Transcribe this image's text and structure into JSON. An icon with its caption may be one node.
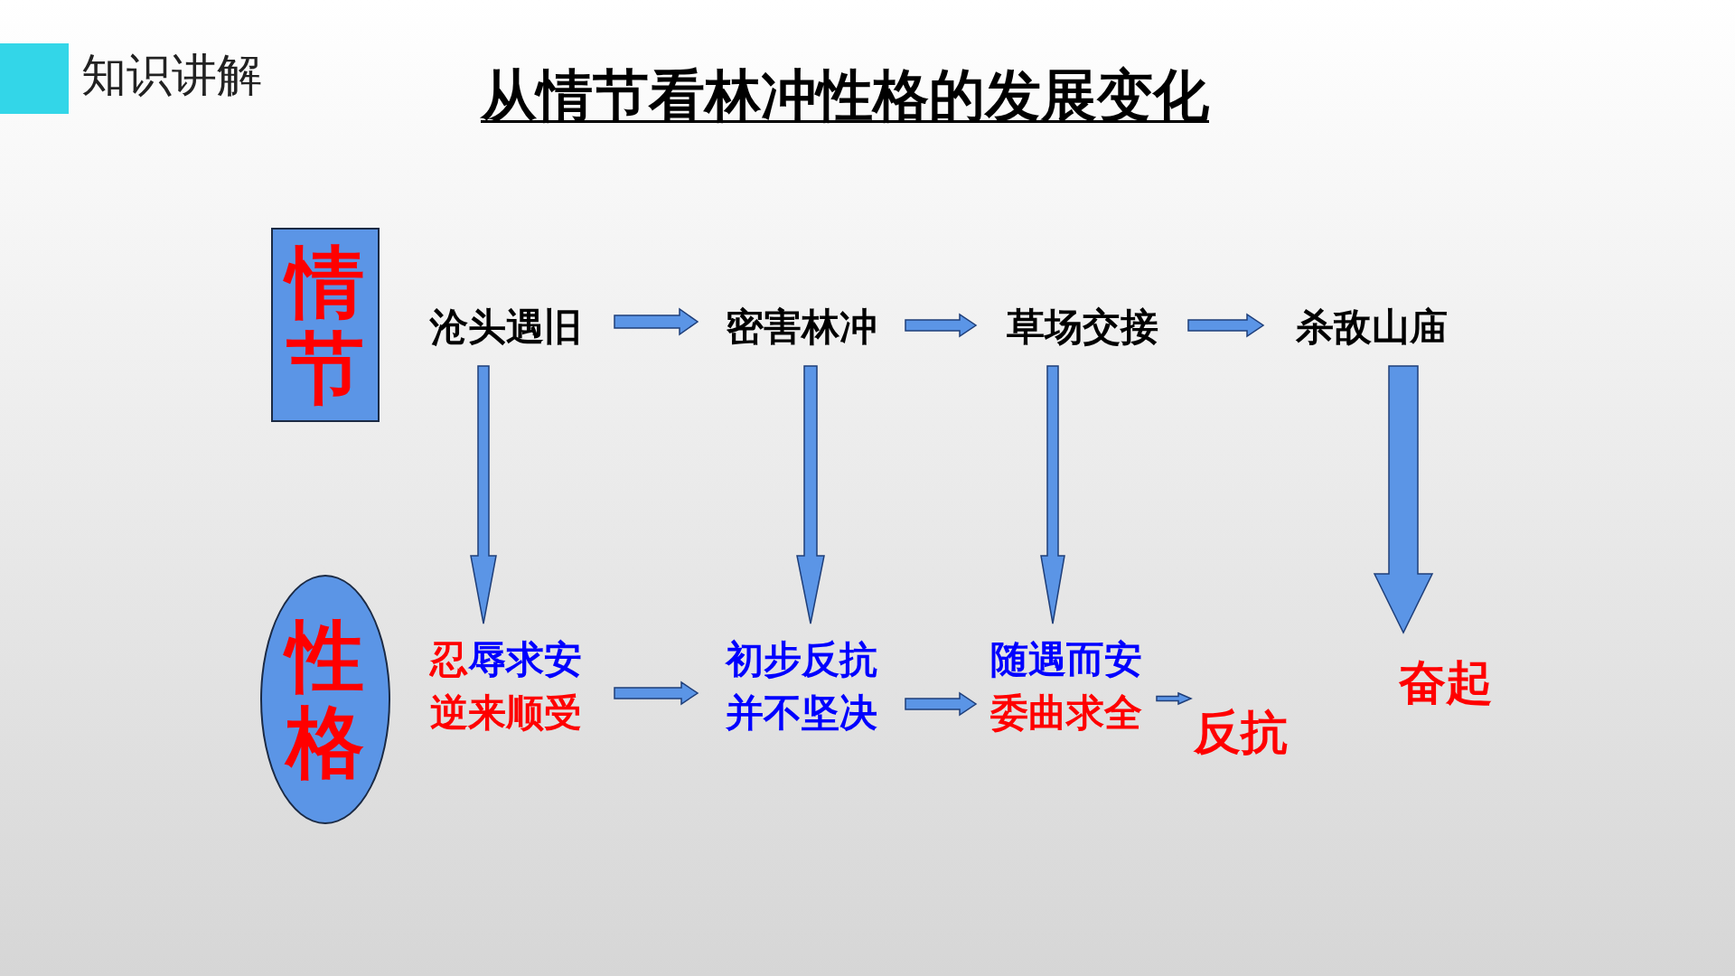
{
  "diagram": {
    "title": "从情节看林冲性格的发展变化",
    "nodes": [
      {
        "text": [
          "情节"
        ]
      },
      {
        "text": [
          "性格"
        ]
      },
      {
        "text": [
          "沧头遇旧"
        ]
      },
      {
        "text": [
          "密害林冲"
        ]
      },
      {
        "text": [
          "草场交接"
        ]
      },
      {
        "text": [
          "杀敌山庙"
        ]
      },
      {
        "text": [
          "忍辱求安",
          "逆来顺受"
        ]
      },
      {
        "text": [
          "初步反抗",
          "并不坚决"
        ]
      },
      {
        "text": [
          "随遇而安",
          "委曲求全"
        ]
      },
      {
        "text": [
          "反抗"
        ]
      },
      {
        "text": [
          "奋起"
        ]
      }
    ],
    "edges": [
      {
        "from": 2,
        "to": 3,
        "arrow": "to"
      },
      {
        "from": 3,
        "to": 4,
        "arrow": "to"
      },
      {
        "from": 4,
        "to": 5,
        "arrow": "to"
      },
      {
        "from": 2,
        "to": 6,
        "arrow": "to"
      },
      {
        "from": 3,
        "to": 7,
        "arrow": "to"
      },
      {
        "from": 4,
        "to": 8,
        "arrow": "to"
      },
      {
        "from": 5,
        "to": 10,
        "arrow": "to",
        "style": "thick"
      },
      {
        "from": 6,
        "to": 7,
        "arrow": "to"
      },
      {
        "from": 7,
        "to": 8,
        "arrow": "to"
      },
      {
        "from": 8,
        "to": 9,
        "arrow": "to"
      }
    ],
    "labels": [
      "知识讲解"
    ]
  }
}
